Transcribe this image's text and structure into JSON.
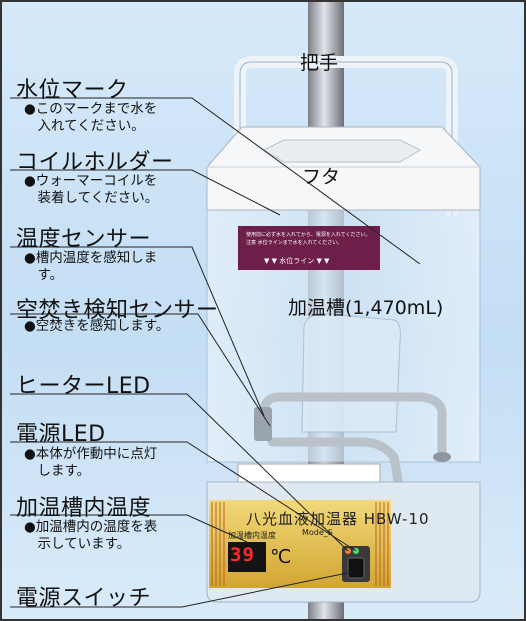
{
  "labels": {
    "water_mark": {
      "title": "水位マーク",
      "note": "●このマークまで水を\n　入れてください。"
    },
    "coil_holder": {
      "title": "コイルホルダー",
      "note": "●ウォーマーコイルを\n　装着してください。"
    },
    "temp_sensor": {
      "title": "温度センサー",
      "note": "●槽内温度を感知しま\n　す。"
    },
    "dry_sensor": {
      "title": "空焚き検知センサー",
      "note": "●空焚きを感知します。"
    },
    "heater_led": {
      "title": "ヒーターLED"
    },
    "power_led": {
      "title": "電源LED",
      "note": "●本体が作動中に点灯\n　します。"
    },
    "tank_temp": {
      "title": "加温槽内温度",
      "note": "●加温槽内の温度を表\n　示しています。"
    },
    "power_switch": {
      "title": "電源スイッチ"
    }
  },
  "parts": {
    "handle": "把手",
    "lid": "フタ",
    "tank": "加温槽(1,470mL)"
  },
  "device": {
    "brand": "八光血液加温器 HBW-10",
    "sub": "Mode_S",
    "display_caption": "加温槽内温度",
    "display_value": "39",
    "display_unit": "℃",
    "water_line_label": "▼ ▼ 水位ライン ▼ ▼",
    "warning_text": "使用前に必ず水を入れてから、電源を入れてください。",
    "caution_text": "注意 水位ラインまで水を入れてください。"
  },
  "colors": {
    "background": "#cfe4f6",
    "band": "#6d1f4a",
    "panel": "#e4c04a",
    "lcd": "#ff2a2a"
  }
}
